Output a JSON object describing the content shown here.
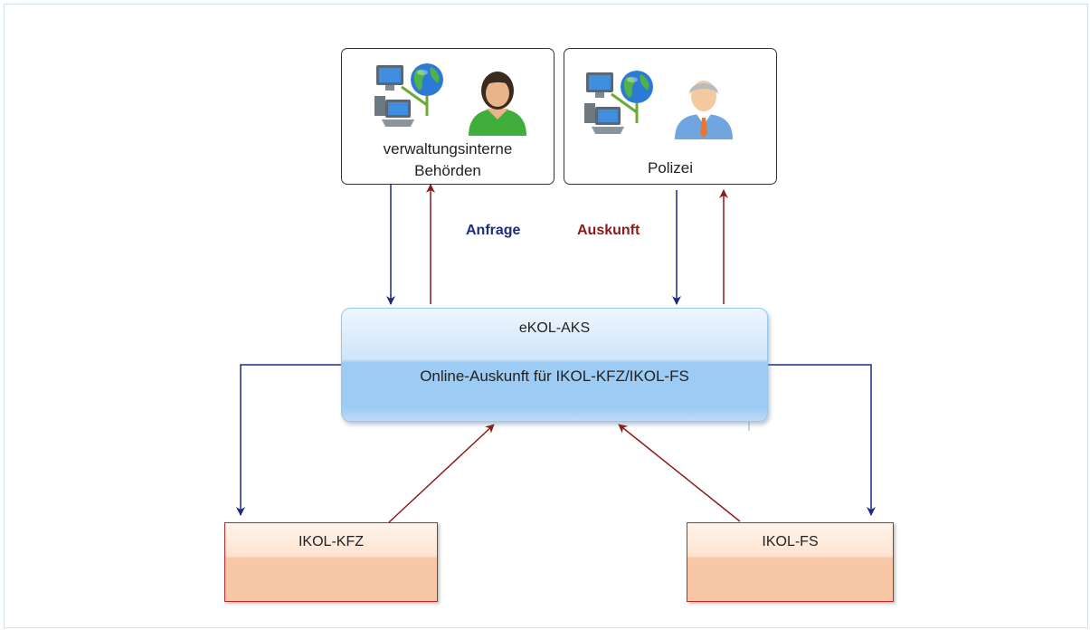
{
  "nodes": {
    "behoerden": {
      "line1": "verwaltungsinterne",
      "line2": "Behörden"
    },
    "polizei": {
      "label": "Polizei"
    },
    "center": {
      "title": "eKOL-AKS",
      "subtitle": "Online-Auskunft für IKOL-KFZ/IKOL-FS"
    },
    "kfz": {
      "label": "IKOL-KFZ"
    },
    "fs": {
      "label": "IKOL-FS"
    }
  },
  "legend": {
    "request": "Anfrage",
    "response": "Auskunft"
  },
  "colors": {
    "request": "#1b2a85",
    "response": "#8b1a1a",
    "db_border": "#c0272d"
  },
  "icons": [
    "computer-network-icon",
    "user-female-icon",
    "user-male-icon"
  ]
}
